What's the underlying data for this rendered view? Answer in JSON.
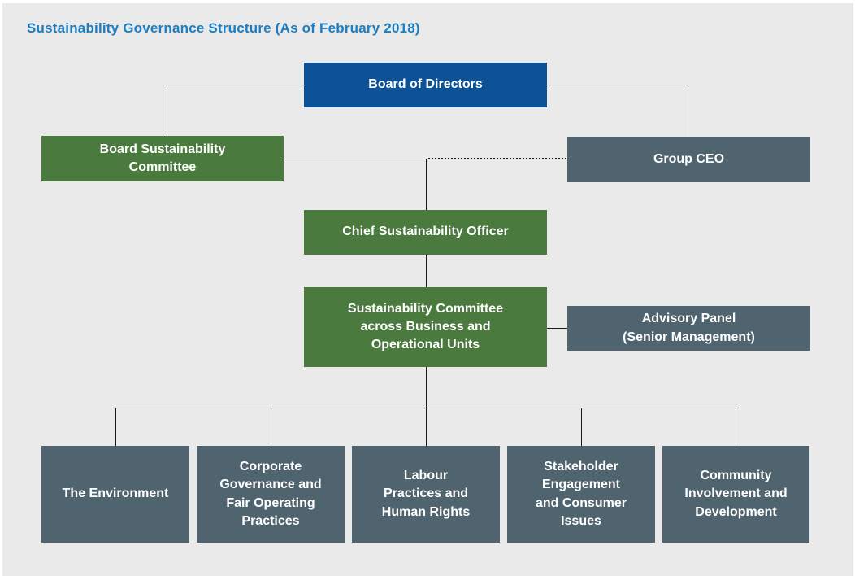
{
  "title": "Sustainability Governance Structure (As of February 2018)",
  "colors": {
    "title_blue": "#1b7ec2",
    "board_blue": "#0d5296",
    "green": "#4a7a3e",
    "slate": "#50646f",
    "background": "#eaeaea",
    "line": "#1a1a1a",
    "text_white": "#ffffff"
  },
  "nodes": {
    "board_of_directors": {
      "label": "Board of Directors"
    },
    "board_sustainability_committee": {
      "label": "Board Sustainability\nCommittee"
    },
    "group_ceo": {
      "label": "Group CEO"
    },
    "chief_sustainability_officer": {
      "label": "Chief Sustainability Officer"
    },
    "sustainability_committee": {
      "label": "Sustainability Committee\nacross Business and\nOperational Units"
    },
    "advisory_panel": {
      "label": "Advisory Panel\n(Senior Management)"
    },
    "the_environment": {
      "label": "The Environment"
    },
    "corporate_governance": {
      "label": "Corporate\nGovernance and\nFair Operating\nPractices"
    },
    "labour_practices": {
      "label": "Labour\nPractices and\nHuman Rights"
    },
    "stakeholder_engagement": {
      "label": "Stakeholder\nEngagement\nand Consumer\nIssues"
    },
    "community_involvement": {
      "label": "Community\nInvolvement and\nDevelopment"
    }
  }
}
